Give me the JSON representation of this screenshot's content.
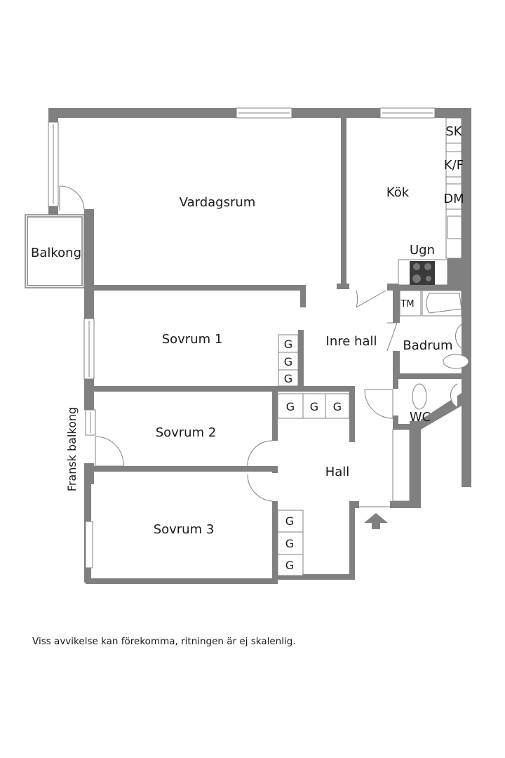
{
  "plan": {
    "wall_color": "#808080",
    "rooms": {
      "vardagsrum": "Vardagsrum",
      "kok": "Kök",
      "balkong": "Balkong",
      "sovrum1": "Sovrum 1",
      "sovrum2": "Sovrum 2",
      "sovrum3": "Sovrum 3",
      "inre_hall": "Inre hall",
      "hall": "Hall",
      "badrum": "Badrum",
      "wc": "WC",
      "fransk_balkong": "Fransk balkong"
    },
    "kitchen_units": {
      "sk": "SK",
      "kf": "K/F",
      "dm": "DM",
      "ugn": "Ugn"
    },
    "laundry": "TM",
    "wardrobe": "G"
  },
  "disclaimer": "Viss avvikelse kan förekomma, ritningen är ej skalenlig."
}
